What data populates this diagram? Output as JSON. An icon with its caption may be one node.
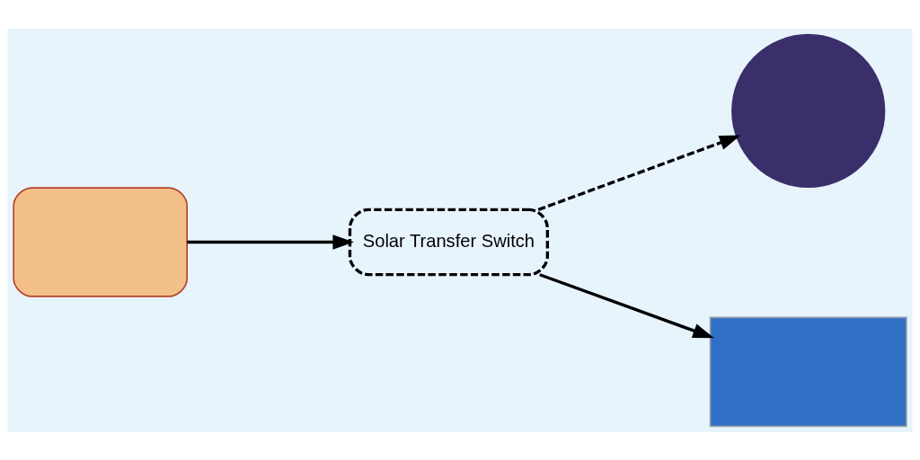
{
  "diagram": {
    "nodes": [
      {
        "text": [],
        "shape": "box"
      },
      {
        "text": [
          "Solar Transfer Switch"
        ]
      },
      {
        "text": [],
        "shape": "circle"
      },
      {
        "text": [],
        "shape": "box"
      }
    ],
    "edges": [
      {
        "from": 0,
        "to": 1,
        "arrow": "to"
      },
      {
        "from": 1,
        "to": 2,
        "arrow": "to",
        "style": "dashed"
      },
      {
        "from": 1,
        "to": 3,
        "arrow": "to"
      }
    ]
  }
}
